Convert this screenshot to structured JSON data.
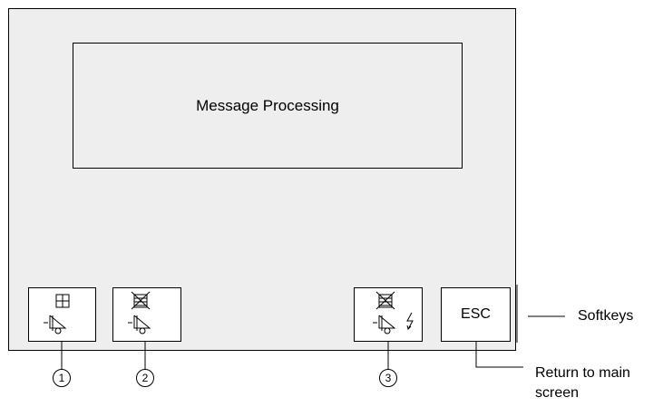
{
  "screen": {
    "title": "Message Processing",
    "softkeys": [
      {
        "icon": "grid-speaker-icon"
      },
      {
        "icon": "crossed-grid-speaker-icon"
      },
      {
        "icon": "crossed-grid-speaker-lightning-icon"
      },
      {
        "label": "ESC"
      }
    ]
  },
  "annotations": {
    "softkeys_label": "Softkeys",
    "return_label_line1": "Return to main",
    "return_label_line2": "screen",
    "callouts": [
      "1",
      "2",
      "3"
    ]
  }
}
